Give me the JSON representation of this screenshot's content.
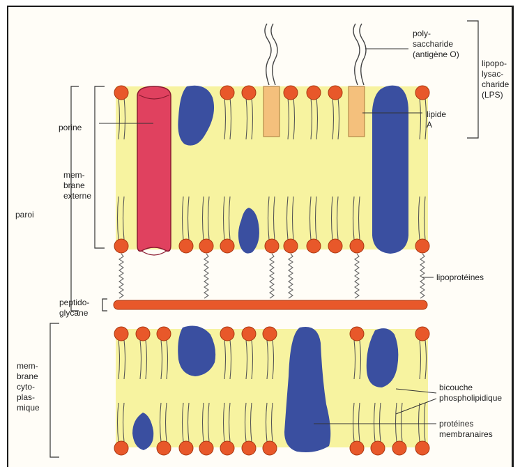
{
  "labels": {
    "polysaccharide": [
      "poly-",
      "saccharide",
      "(antigène O)"
    ],
    "lps": [
      "lipopo-",
      "lysac-",
      "charide",
      "(LPS)"
    ],
    "lipide_a": [
      "lipide",
      "A"
    ],
    "porine": [
      "porine"
    ],
    "membrane_externe": [
      "mem-",
      "brane",
      "externe"
    ],
    "paroi": [
      "paroi"
    ],
    "lipoproteines": [
      "lipoprotéines"
    ],
    "peptidoglycane": [
      "peptido-",
      "glycane"
    ],
    "membrane_cytoplasmique": [
      "mem-",
      "brane",
      "cyto-",
      "plas-",
      "mique"
    ],
    "bicouche": [
      "bicouche",
      "phospholipidique"
    ],
    "proteines": [
      "protéines",
      "membranaires"
    ]
  },
  "colors": {
    "membrane": "#f7f3a0",
    "head": "#e8582a",
    "porin": "#e0415f",
    "protein": "#3a4fa0",
    "lipid_a": "#f4c07c",
    "peptidoglycan": "#e8582a"
  }
}
